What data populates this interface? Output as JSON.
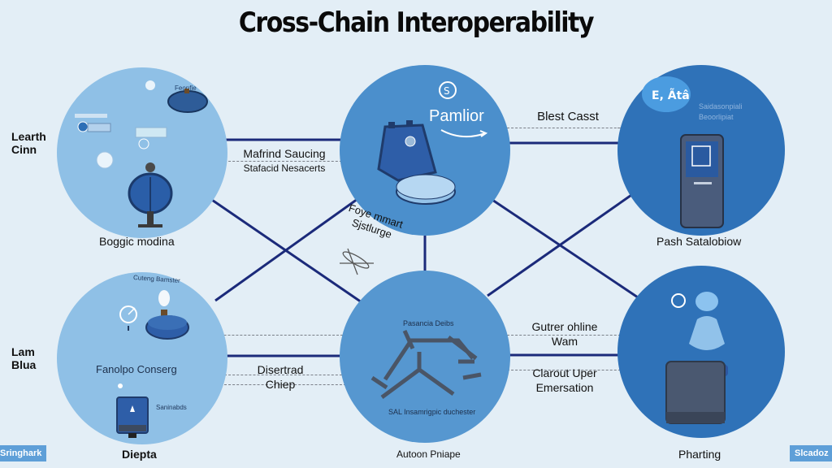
{
  "title": "Cross-Chain Interoperability",
  "side_labels": {
    "top_left": [
      "Learth",
      "Cinn"
    ],
    "bottom_left": [
      "Lam",
      "Blua"
    ]
  },
  "nodes": [
    {
      "id": "top-left",
      "caption": "Boggic modina",
      "inner_texts": [
        "Feonfie"
      ]
    },
    {
      "id": "top-center",
      "caption": "",
      "inner_texts": [
        "Pamlior"
      ]
    },
    {
      "id": "top-right",
      "caption": "Pash Satalobiow",
      "inner_texts": [
        "Saidasonpiali",
        "Beoorlipiat"
      ]
    },
    {
      "id": "bottom-left",
      "caption": "Diepta",
      "inner_texts": [
        "Fanolpo Conserg",
        "Cuteng Bamster",
        "Saninabds"
      ]
    },
    {
      "id": "bottom-center",
      "caption": "Autoon Pniape",
      "inner_texts": [
        "Pasancia Deibs",
        "SAL Insamrigpic duchester"
      ]
    },
    {
      "id": "bottom-right",
      "caption": "Pharting",
      "inner_texts": []
    }
  ],
  "edges": {
    "top_left_center": [
      "Mafrind Saucing",
      "Stafacid Nesacerts"
    ],
    "center_x": [
      "Foye mmart",
      "Sjstlurge"
    ],
    "top_center_right": [
      "Blest Casst"
    ],
    "bottom_right_upper": [
      "Gutrer ohline",
      "Wam"
    ],
    "bottom_right_lower": [
      "Clarout Uper",
      "Emersation"
    ],
    "bottom_left_center": [
      "Disertrad",
      "Chiep"
    ]
  },
  "badges": {
    "bottom_left": "Sringhark",
    "bottom_right": "Slcadoz"
  },
  "colors": {
    "background": "#e3eef6",
    "link": "#1b2a7a",
    "node_light": "#8fc0e6",
    "node_mid": "#4b8fcc",
    "node_dark": "#2f72b8",
    "badge": "#5e9fd8"
  }
}
